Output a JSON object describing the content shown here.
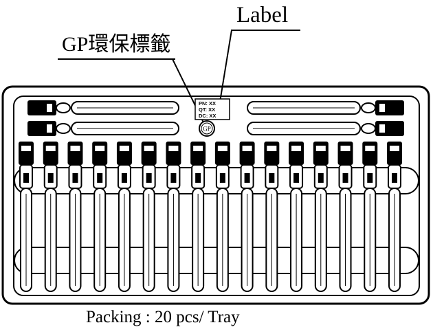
{
  "callouts": {
    "label": "Label",
    "gp_tag": "GP環保標籤"
  },
  "gp_badge": "GP",
  "label_sticker": {
    "lines": [
      "PN: XX",
      "QT: XX",
      "DC: XX"
    ]
  },
  "tray": {
    "horizontal_connectors_per_side": 2,
    "vertical_connectors": 16
  },
  "caption": "Packing : 20 pcs/ Tray"
}
